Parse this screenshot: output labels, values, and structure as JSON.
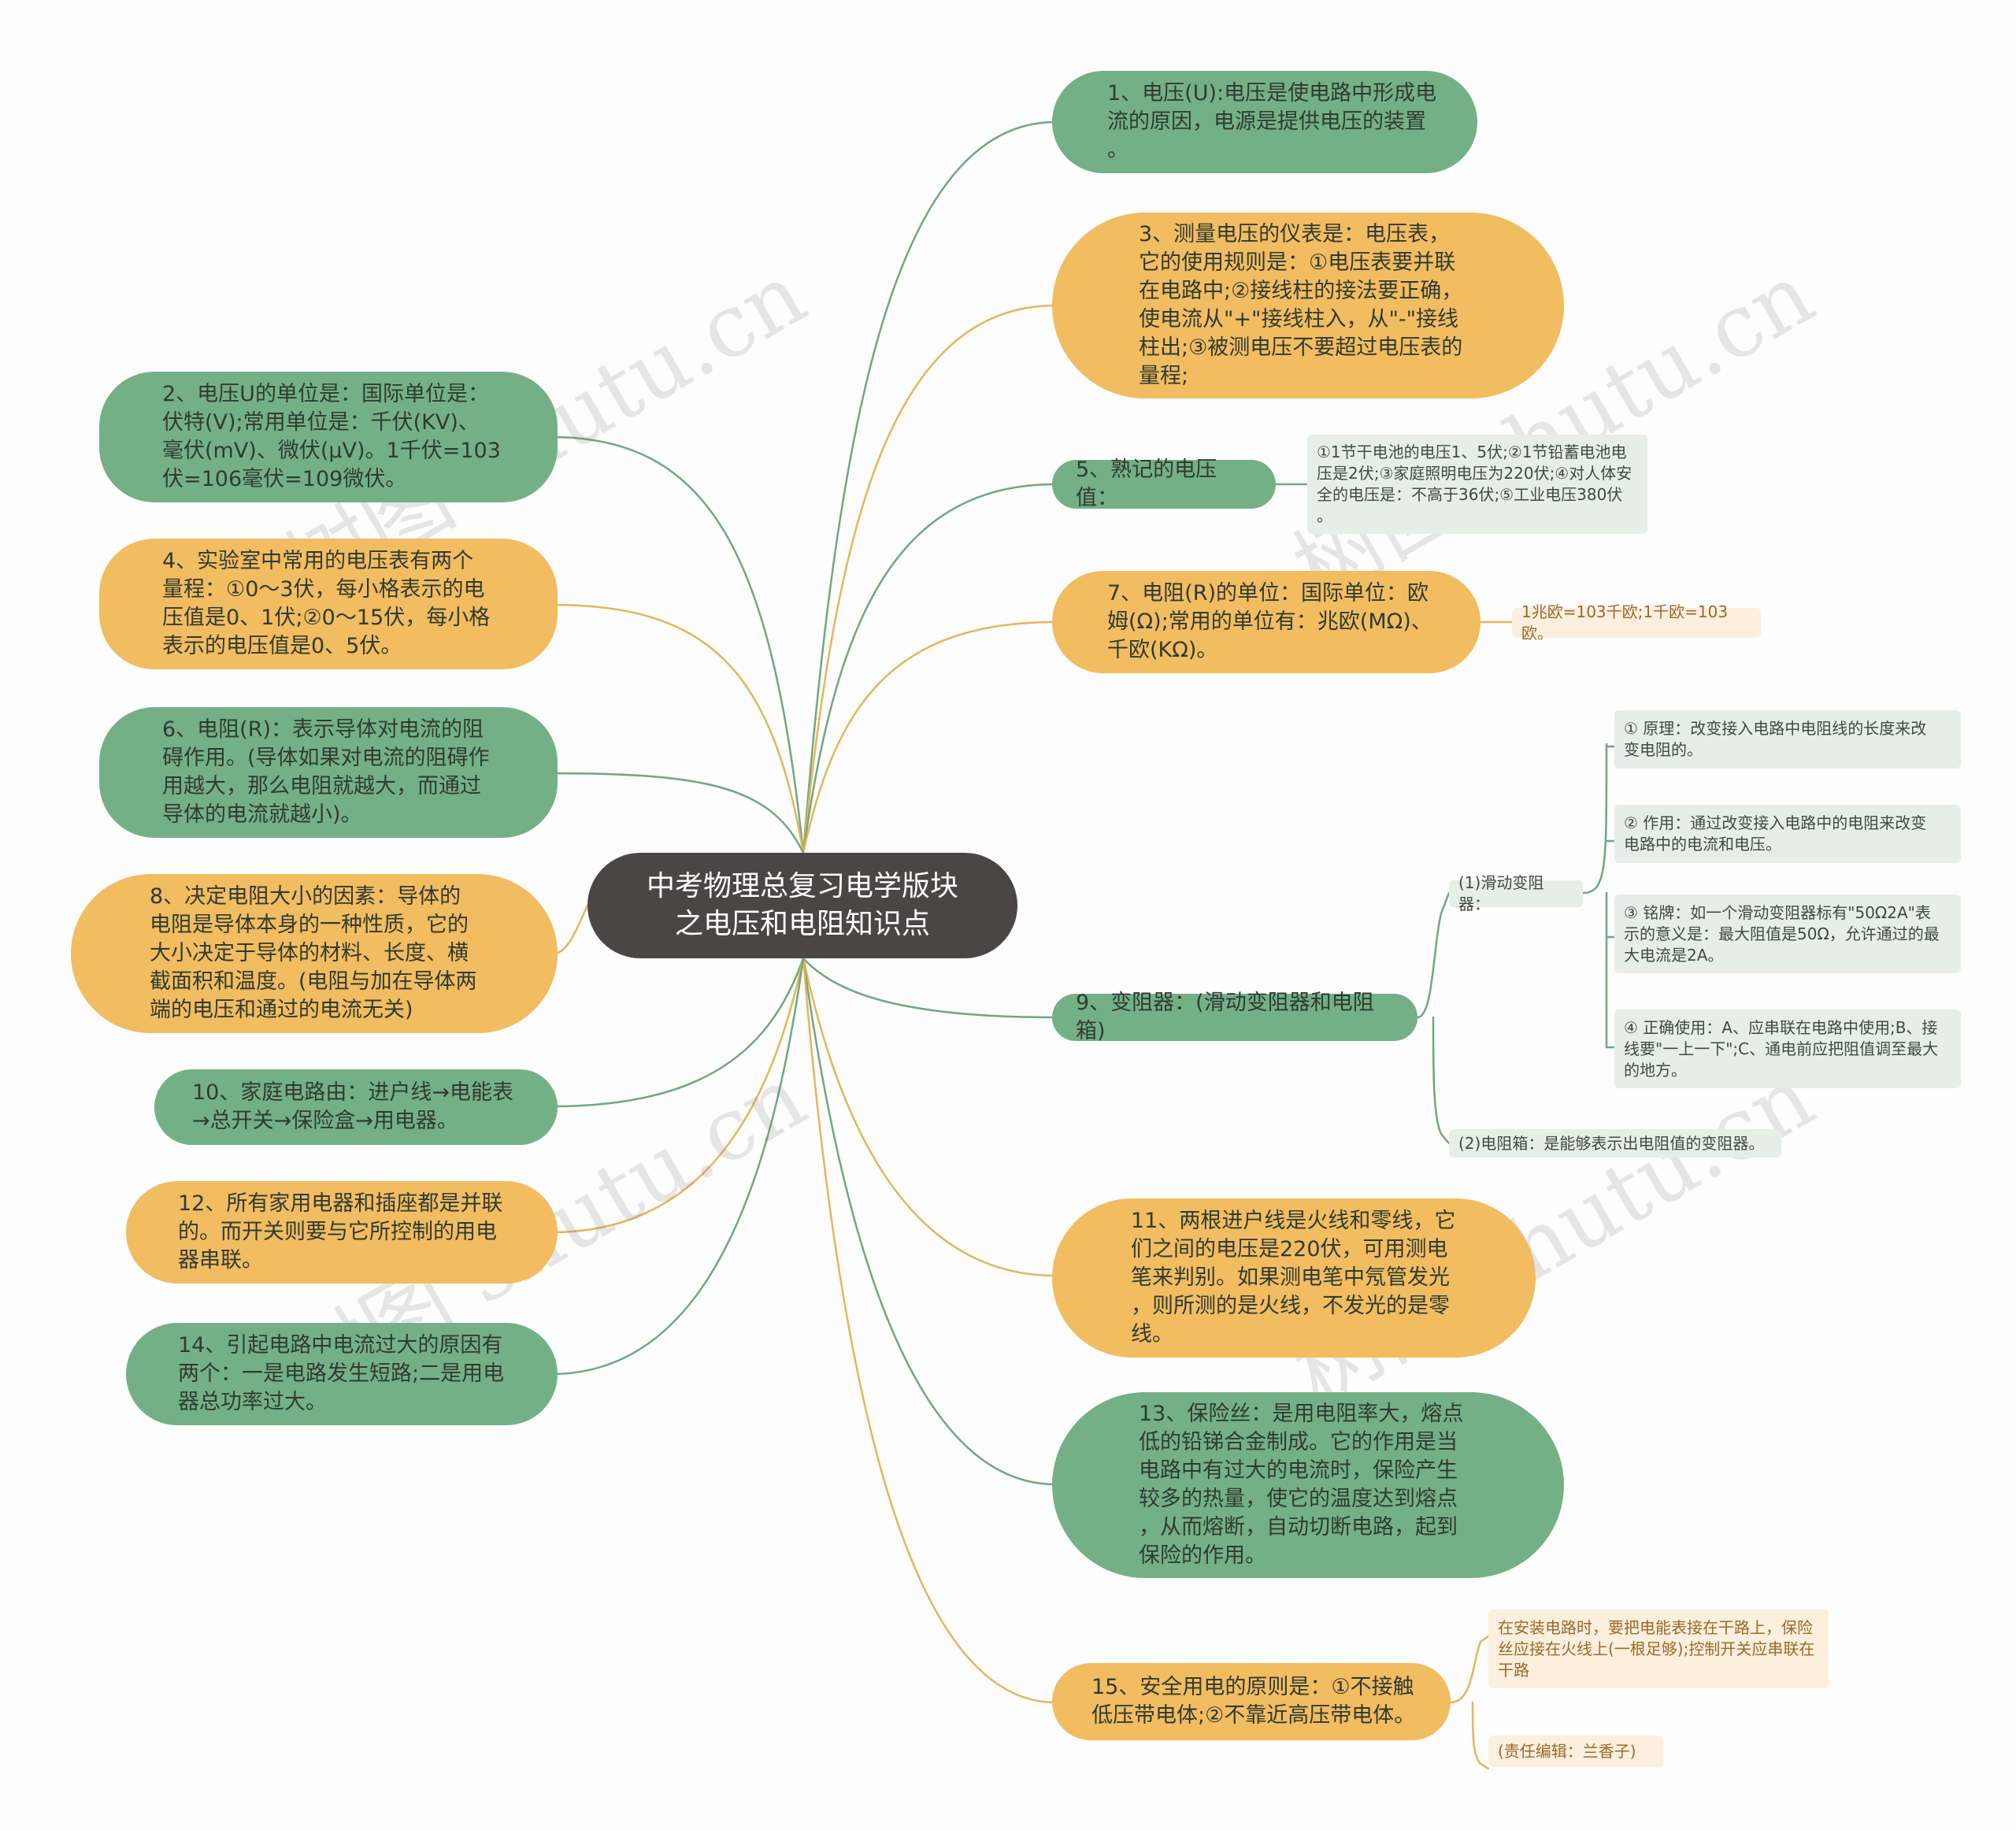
{
  "root": {
    "title": "中考物理总复习电学版块\n之电压和电阻知识点"
  },
  "nodes": {
    "n1": "1、电压(U):电压是使电路中形成电\n流的原因，电源是提供电压的装置\n。",
    "n2": "2、电压U的单位是：国际单位是：\n伏特(V);常用单位是：千伏(KV)、\n毫伏(mV)、微伏(μV)。1千伏=103\n伏=106毫伏=109微伏。",
    "n3": "3、测量电压的仪表是：电压表，\n它的使用规则是：①电压表要并联\n在电路中;②接线柱的接法要正确，\n使电流从\"+\"接线柱入，从\"-\"接线\n柱出;③被测电压不要超过电压表的\n量程;",
    "n4": "4、实验室中常用的电压表有两个\n量程：①0～3伏，每小格表示的电\n压值是0、1伏;②0～15伏，每小格\n表示的电压值是0、5伏。",
    "n5": "5、熟记的电压值：",
    "n6": "6、电阻(R)：表示导体对电流的阻\n碍作用。(导体如果对电流的阻碍作\n用越大，那么电阻就越大，而通过\n导体的电流就越小)。",
    "n7": "7、电阻(R)的单位：国际单位：欧\n姆(Ω);常用的单位有：兆欧(MΩ)、\n千欧(KΩ)。",
    "n8": "8、决定电阻大小的因素：导体的\n电阻是导体本身的一种性质，它的\n大小决定于导体的材料、长度、横\n截面积和温度。(电阻与加在导体两\n端的电压和通过的电流无关)",
    "n9": "9、变阻器：(滑动变阻器和电阻箱)",
    "n10": "10、家庭电路由：进户线→电能表\n→总开关→保险盒→用电器。",
    "n11": "11、两根进户线是火线和零线，它\n们之间的电压是220伏，可用测电\n笔来判别。如果测电笔中氖管发光\n，则所测的是火线，不发光的是零\n线。",
    "n12": "12、所有家用电器和插座都是并联\n的。而开关则要与它所控制的用电\n器串联。",
    "n13": "13、保险丝：是用电阻率大，熔点\n低的铅锑合金制成。它的作用是当\n电路中有过大的电流时，保险产生\n较多的热量，使它的温度达到熔点\n，从而熔断，自动切断电路，起到\n保险的作用。",
    "n14": "14、引起电路中电流过大的原因有\n两个：一是电路发生短路;二是用电\n器总功率过大。",
    "n15": "15、安全用电的原则是：①不接触\n低压带电体;②不靠近高压带电体。"
  },
  "leaves": {
    "n5_detail": "①1节干电池的电压1、5伏;②1节铅蓄电池电\n压是2伏;③家庭照明电压为220伏;④对人体安\n全的电压是：不高于36伏;⑤工业电压380伏\n。",
    "n7_detail": "1兆欧=103千欧;1千欧=103欧。",
    "slide": "(1)滑动变阻器：",
    "slide_1": "① 原理：改变接入电路中电阻线的长度来改\n变电阻的。",
    "slide_2": "② 作用：通过改变接入电路中的电阻来改变\n电路中的电流和电压。",
    "slide_3": "③ 铭牌：如一个滑动变阻器标有\"50Ω2A\"表\n示的意义是：最大阻值是50Ω，允许通过的最\n大电流是2A。",
    "slide_4": "④ 正确使用：A、应串联在电路中使用;B、接\n线要\"一上一下\";C、通电前应把阻值调至最大\n的地方。",
    "box": "(2)电阻箱：是能够表示出电阻值的变阻器。",
    "n15_detail": "在安装电路时，要把电能表接在干路上，保险\n丝应接在火线上(一根足够);控制开关应串联在\n干路",
    "editor": "(责任编辑：兰香子)"
  },
  "watermark": "树图 shutu.cn",
  "colors": {
    "green": "#74b086",
    "orange": "#f2bc60",
    "root": "#4a4645",
    "line_green": "#6fa880",
    "line_orange": "#e8b459"
  }
}
